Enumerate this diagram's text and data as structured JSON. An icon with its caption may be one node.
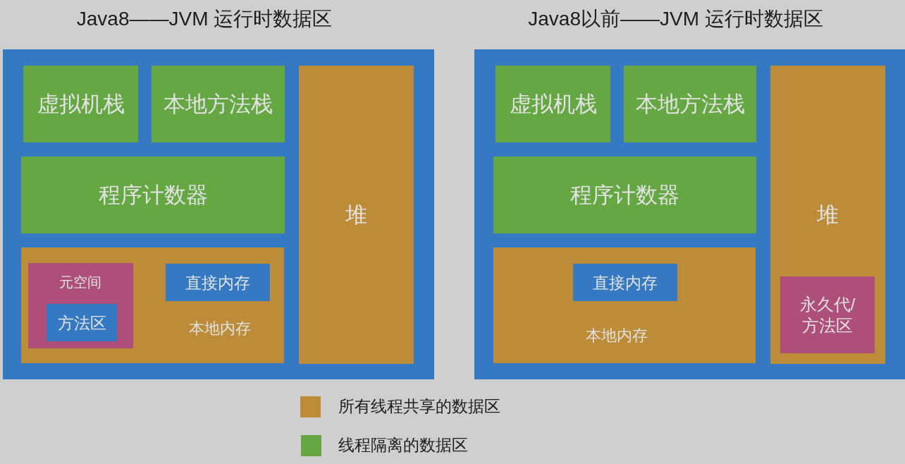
{
  "diagram": {
    "nodes": [
      {
        "text": [
          "Java8——JVM 运行时数据区"
        ]
      },
      {
        "text": [
          "虚拟机栈"
        ],
        "in": 0
      },
      {
        "text": [
          "本地方法栈"
        ],
        "in": 0
      },
      {
        "text": [
          "程序计数器"
        ],
        "in": 0
      },
      {
        "text": [
          "本地内存"
        ],
        "in": 0
      },
      {
        "text": [
          "元空间"
        ],
        "in": 4
      },
      {
        "text": [
          "方法区"
        ],
        "in": 5
      },
      {
        "text": [
          "直接内存"
        ],
        "in": 4
      },
      {
        "text": [
          "堆"
        ],
        "in": 0
      },
      {
        "text": [
          "Java8以前——JVM 运行时数据区"
        ]
      },
      {
        "text": [
          "虚拟机栈"
        ],
        "in": 9
      },
      {
        "text": [
          "本地方法栈"
        ],
        "in": 9
      },
      {
        "text": [
          "程序计数器"
        ],
        "in": 9
      },
      {
        "text": [
          "本地内存"
        ],
        "in": 9
      },
      {
        "text": [
          "直接内存"
        ],
        "in": 13
      },
      {
        "text": [
          "堆"
        ],
        "in": 9
      },
      {
        "text": [
          "永久代/方法区"
        ],
        "in": 15
      }
    ],
    "legend": [
      {
        "text": "所有线程共享的数据区",
        "color": "#bd8c38"
      },
      {
        "text": "线程隔离的数据区",
        "color": "#65a743"
      }
    ]
  }
}
